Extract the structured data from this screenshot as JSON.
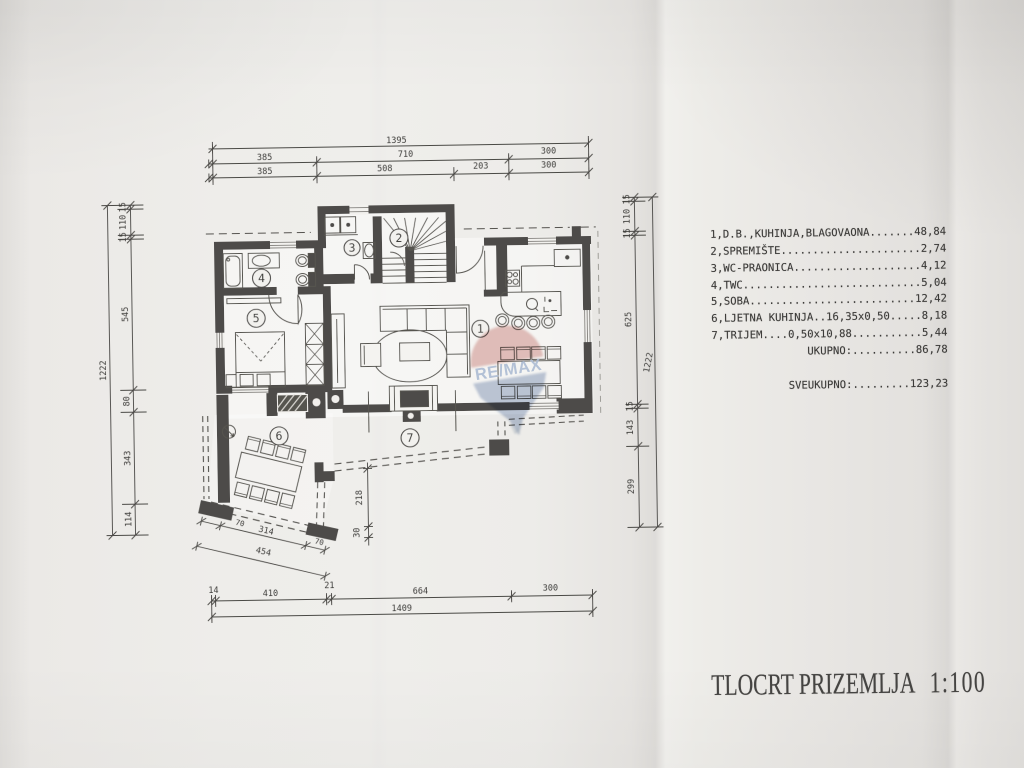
{
  "document": {
    "title": "TLOCRT PRIZEMLJA",
    "scale": "1:100"
  },
  "legend": {
    "rows": [
      "1,D.B.,KUHINJA,BLAGOVAONA.......48,84",
      "2,SPREMIŠTE......................2,74",
      "3,WC-PRAONICA....................4,12",
      "4,TWC............................5,04",
      "5,SOBA..........................12,42",
      "6,LJETNA KUHINJA..16,35x0,50.....8,18",
      "7,TRIJEM....0,50x10,88...........5,44"
    ],
    "total1": "UKUPNO:..........86,78",
    "total2": "SVEUKUPNO:.........123,23"
  },
  "rooms": [
    "1",
    "2",
    "3",
    "4",
    "5",
    "6",
    "7"
  ],
  "dims": {
    "top": {
      "total": "1395",
      "row2": [
        "385",
        "710",
        "300"
      ],
      "row3": [
        "385",
        "508",
        "203",
        "300"
      ]
    },
    "bottom": {
      "row1": [
        "14",
        "410",
        "21",
        "664",
        "300"
      ],
      "total": "1409"
    },
    "left": {
      "segments": [
        "15",
        "110",
        "15",
        "545",
        "80",
        "343",
        "114"
      ],
      "total": "1222"
    },
    "right": {
      "segments": [
        "15",
        "110",
        "15",
        "625",
        "15",
        "143",
        "299"
      ],
      "total": "1222"
    },
    "misc": {
      "porch_depth": "218",
      "porch_offset": "30",
      "post_left": "70",
      "post_right": "70",
      "slant_inner": "314",
      "slant_outer": "454"
    }
  },
  "watermark": {
    "text": "RE/MAX",
    "red": "#d89593",
    "blue": "#8ea6c6",
    "text_color": "#aebdd2"
  },
  "colors": {
    "paper": "#edecea",
    "ink": "#4e4c49",
    "thin_ink": "#56544f",
    "dim_ink": "#4a4845",
    "text_ink": "#3b3a38"
  }
}
